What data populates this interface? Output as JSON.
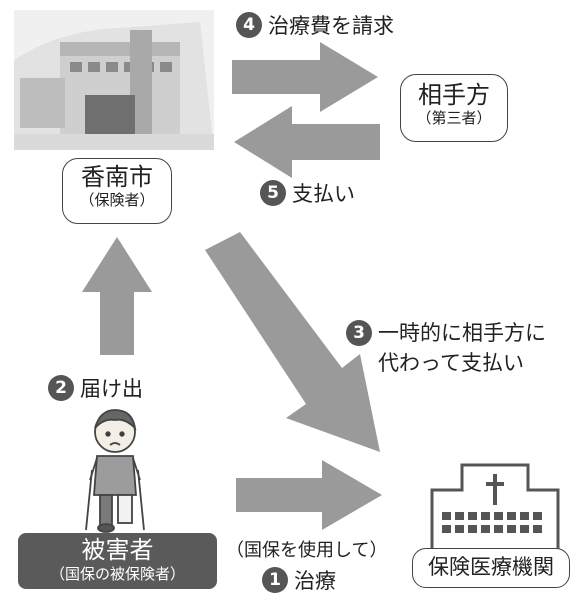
{
  "nodes": {
    "city": {
      "name": "香南市",
      "role": "（保険者）"
    },
    "third_party": {
      "name": "相手方",
      "role": "（第三者）"
    },
    "hospital": {
      "name": "保険医療機関"
    },
    "victim": {
      "name": "被害者",
      "role": "（国保の被保険者）"
    }
  },
  "steps": [
    {
      "num": "1",
      "label": "治療",
      "note": "（国保を使用して）"
    },
    {
      "num": "2",
      "label": "届け出"
    },
    {
      "num": "3",
      "label_line1": "一時的に相手方に",
      "label_line2": "代わって支払い"
    },
    {
      "num": "4",
      "label": "治療費を請求"
    },
    {
      "num": "5",
      "label": "支払い"
    }
  ],
  "colors": {
    "arrow": "#9a9a9a",
    "badge": "#555555",
    "victim_box": "#5a5a5a"
  },
  "icons": [
    "city-hall-photo",
    "hospital-icon",
    "injured-person-illustration"
  ]
}
